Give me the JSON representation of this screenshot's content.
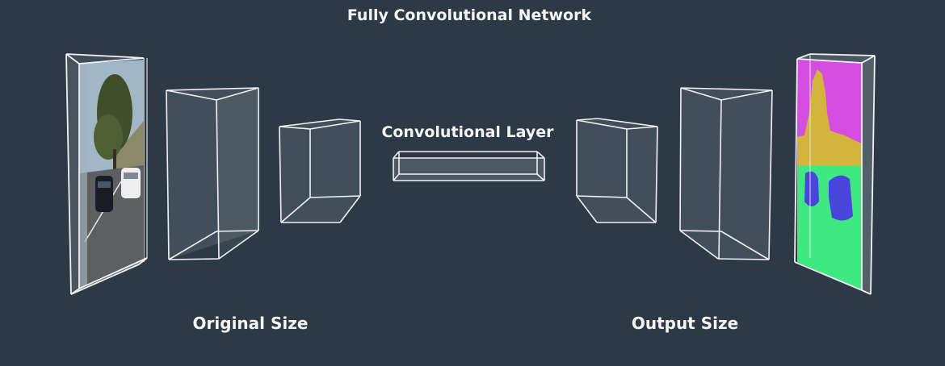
{
  "title": "Fully Convolutional Network",
  "labels": {
    "convolutional_layer": "Convolutional Layer",
    "original_size": "Original Size",
    "output_size": "Output Size"
  },
  "colors": {
    "background": "#2d3a45",
    "block_edge": "#eef2f4",
    "block_fill": "#c9d4da",
    "seg_sky": "#d64ee0",
    "seg_tree": "#d3b53e",
    "seg_road": "#3ee882",
    "seg_car": "#4a46dc"
  },
  "blocks": [
    {
      "name": "input-image-slab"
    },
    {
      "name": "encoder-block-1"
    },
    {
      "name": "encoder-block-2"
    },
    {
      "name": "bottleneck-block"
    },
    {
      "name": "decoder-block-1"
    },
    {
      "name": "decoder-block-2"
    },
    {
      "name": "output-segmentation-slab"
    }
  ]
}
